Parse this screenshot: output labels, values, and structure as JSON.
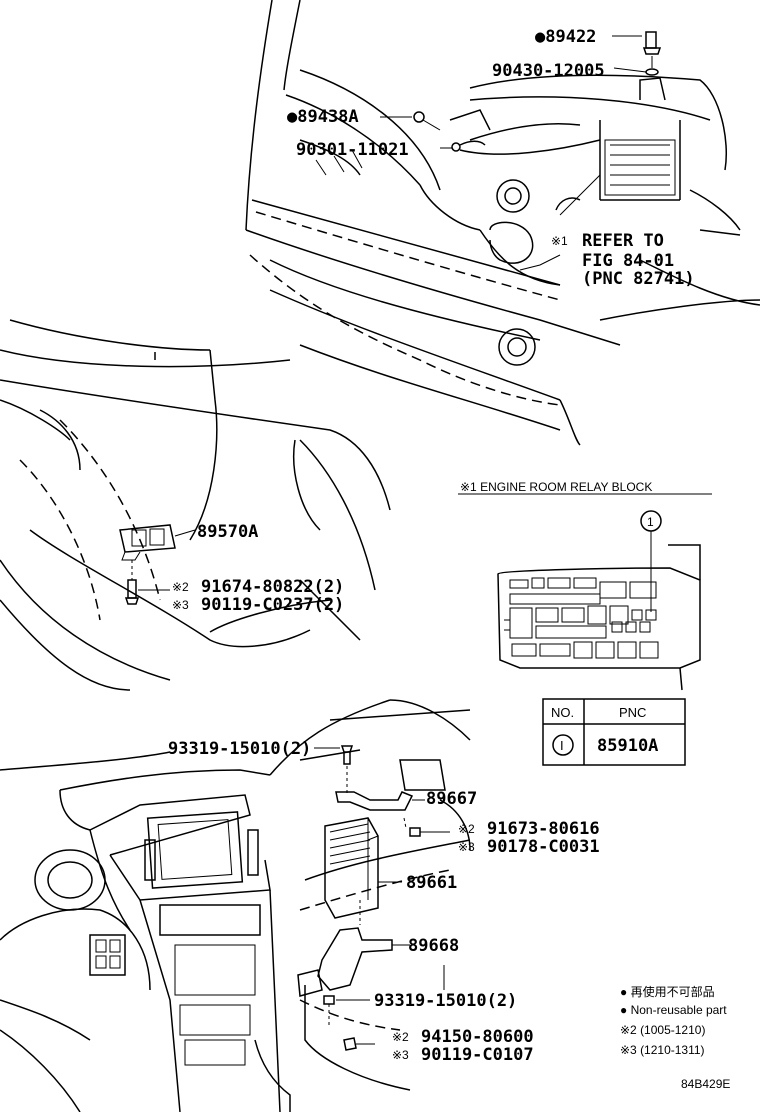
{
  "callouts": {
    "p89422": "●89422",
    "p90430": "90430-12005",
    "p89438a": "●89438A",
    "p90301": "90301-11021",
    "refer_mark": "※1",
    "refer_line1": "REFER TO",
    "refer_line2": "FIG 84-01",
    "refer_line3": "(PNC 82741)",
    "p89570a": "89570A",
    "mark2": "※2",
    "mark3": "※3",
    "p91674": "91674-80822(2)",
    "p90119a": "90119-C0237(2)",
    "p93319a": "93319-15010(2)",
    "p89667": "89667",
    "p91673": "91673-80616",
    "p90178": "90178-C0031",
    "p89661": "89661",
    "p89668": "89668",
    "p93319b": "93319-15010(2)",
    "p94150": "94150-80600",
    "p90119b": "90119-C0107"
  },
  "relay_block": {
    "caption": "※1 ENGINE ROOM RELAY BLOCK",
    "circle_label": "1"
  },
  "pnc_table": {
    "header_no": "NO.",
    "header_pnc": "PNC",
    "row_no": "I",
    "row_pnc": "85910A"
  },
  "legend": {
    "line1": "● 再使用不可部品",
    "line2": "● Non-reusable part",
    "line3": "※2 (1005-1210)",
    "line4": "※3 (1210-1311)"
  },
  "figure_id": "84B429E"
}
